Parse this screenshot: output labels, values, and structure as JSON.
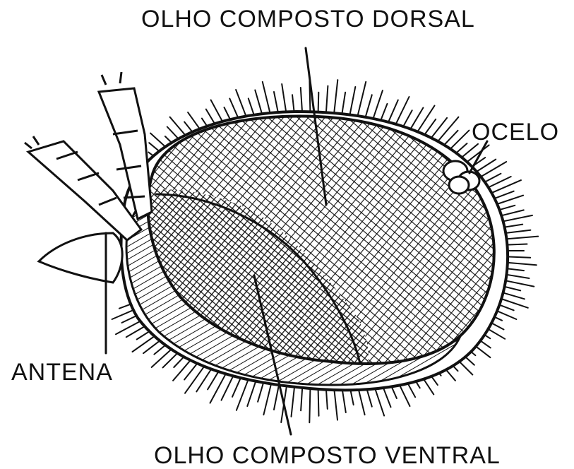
{
  "labels": {
    "dorsal_eye": "OLHO COMPOSTO DORSAL",
    "ocellus": "OCELO",
    "antenna": "ANTENA",
    "ventral_eye": "OLHO COMPOSTO VENTRAL"
  },
  "colors": {
    "ink": "#111111",
    "background": "#ffffff"
  }
}
